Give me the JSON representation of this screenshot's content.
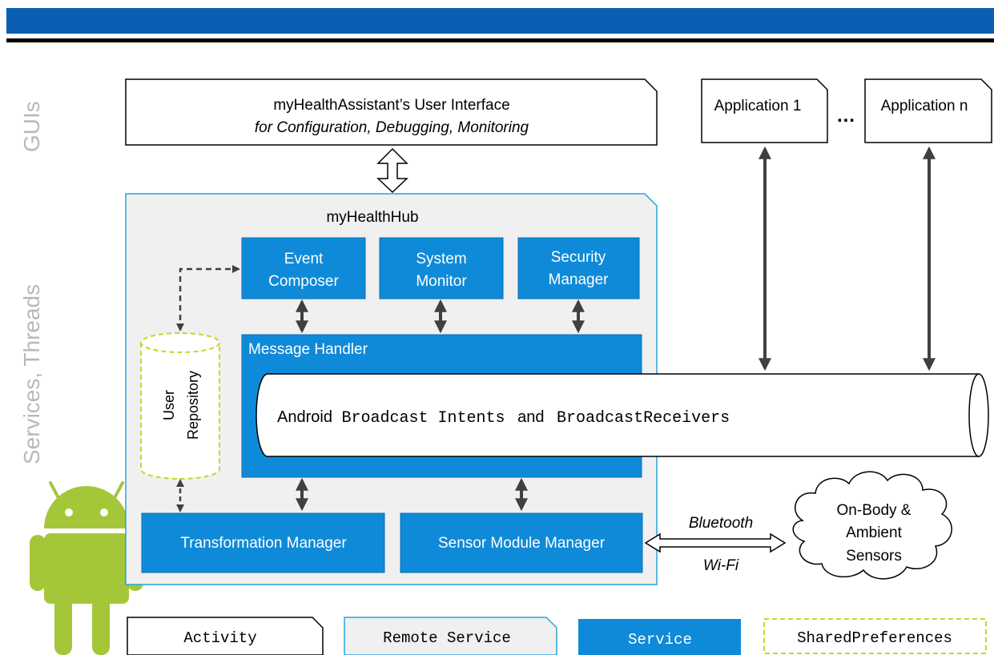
{
  "layers": {
    "guis": "GUIs",
    "services": "Services, Threads"
  },
  "ui_box": {
    "title": "myHealthAssistant’s User Interface",
    "subtitle": "for Configuration, Debugging, Monitoring"
  },
  "apps": {
    "first": "Application 1",
    "ellipsis": "…",
    "last": "Application n"
  },
  "hub": {
    "title": "myHealthHub",
    "event_composer": [
      "Event",
      "Composer"
    ],
    "system_monitor": [
      "System",
      "Monitor"
    ],
    "security_manager": [
      "Security",
      "Manager"
    ],
    "message_handler": "Message Handler",
    "user_repository": [
      "User",
      "Repository"
    ],
    "transformation_manager": "Transformation Manager",
    "sensor_module_manager": "Sensor Module Manager"
  },
  "bus": {
    "prefix": "Android",
    "intents": "Broadcast Intents",
    "and": "and",
    "receivers": "BroadcastReceivers"
  },
  "links": {
    "bluetooth": "Bluetooth",
    "wifi": "Wi-Fi"
  },
  "sensors": [
    "On-Body &",
    "Ambient",
    "Sensors"
  ],
  "legend": {
    "activity": "Activity",
    "remote_service": "Remote Service",
    "service": "Service",
    "shared_prefs": "SharedPreferences"
  },
  "colors": {
    "header_blue": "#0a5fb4",
    "service_blue": "#0f8ad8",
    "remote_fill": "#f0f0f0",
    "remote_border": "#29a3e0",
    "prefs_dashed": "#c8d42a",
    "android_green": "#a4c639",
    "arrow_gray": "#404040"
  }
}
